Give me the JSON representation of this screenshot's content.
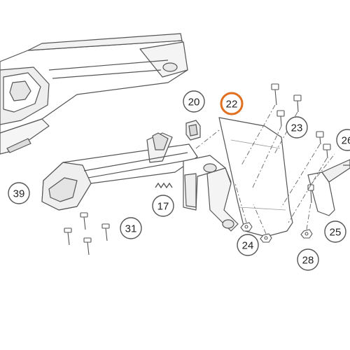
{
  "diagram": {
    "highlight_color": "#e07020",
    "line_color": "#555555",
    "callouts": [
      {
        "id": "c39",
        "label": "39",
        "highlighted": false
      },
      {
        "id": "c31",
        "label": "31",
        "highlighted": false
      },
      {
        "id": "c17",
        "label": "17",
        "highlighted": false
      },
      {
        "id": "c20",
        "label": "20",
        "highlighted": false
      },
      {
        "id": "c22",
        "label": "22",
        "highlighted": true
      },
      {
        "id": "c23",
        "label": "23",
        "highlighted": false
      },
      {
        "id": "c24",
        "label": "24",
        "highlighted": false
      },
      {
        "id": "c25",
        "label": "25",
        "highlighted": false
      },
      {
        "id": "c28",
        "label": "28",
        "highlighted": false
      },
      {
        "id": "c26",
        "label": "26",
        "highlighted": false
      }
    ]
  }
}
